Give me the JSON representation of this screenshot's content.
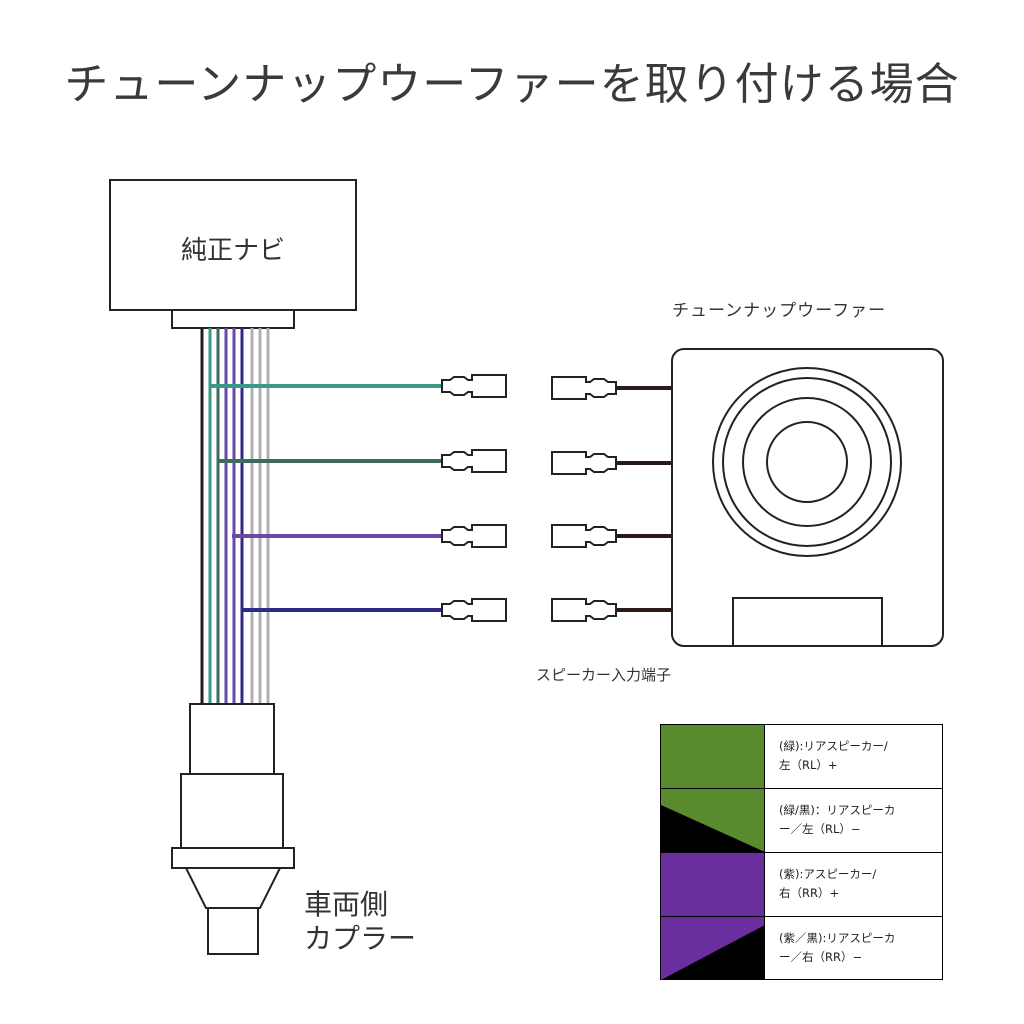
{
  "title": "チューンナップウーファーを取り付ける場合",
  "nav_label": "純正ナビ",
  "subwoofer_label": "チューンナップウーファー",
  "terminal_label": "スピーカー入力端子",
  "coupler_label_line1": "車両側",
  "coupler_label_line2": "カプラー",
  "colors": {
    "green": "#5a8a2e",
    "purple": "#6a2e9e",
    "black": "#000000",
    "wire_teal": "#3a9a88",
    "wire_darkteal": "#3e6a60",
    "wire_purple": "#6a4aa6",
    "wire_navy": "#2e2a86",
    "wire_brown": "#2a1a18",
    "wire_gray": "#b0b0b0"
  },
  "legend": [
    {
      "line1": "(緑):リアスピーカー/",
      "line2": "左（RL）+",
      "swatch": "green",
      "split": false
    },
    {
      "line1": "(緑/黒)：リアスピーカ",
      "line2": "ー／左（RL）−",
      "swatch": "green",
      "split": true
    },
    {
      "line1": "(紫):アスピーカー/",
      "line2": "右（RR）+",
      "swatch": "purple",
      "split": false
    },
    {
      "line1": "(紫／黒):リアスピーカ",
      "line2": "ー／右（RR）−",
      "swatch": "purple",
      "split": true
    }
  ]
}
